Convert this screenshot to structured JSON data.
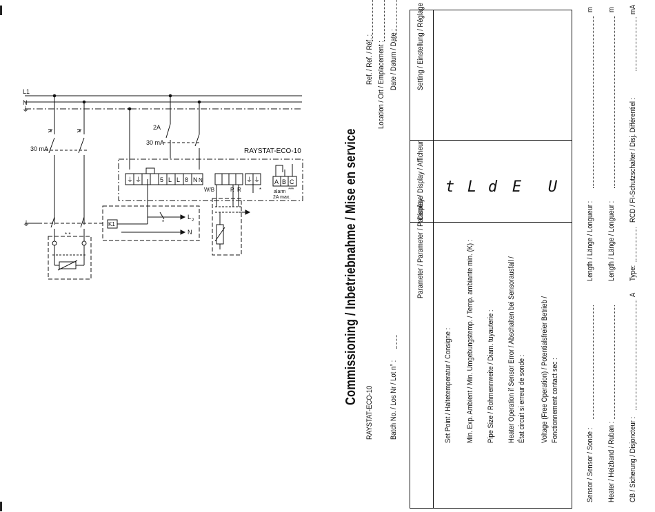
{
  "schematic": {
    "line_L1": "L1",
    "line_N": "N",
    "rcd_rating": "30 mA",
    "breaker_rating": "2A",
    "rcd_rating_2": "30 mA",
    "device_name": "RAYSTAT-ECO-10",
    "terminals_left": [
      "⏚",
      "⏚",
      "",
      "5",
      "L",
      "L",
      "8",
      "N",
      "N"
    ],
    "terminals_mid": [
      "W/B",
      "",
      "R",
      "R"
    ],
    "terminals_earth": [
      "⏚",
      "⏚"
    ],
    "terminals_alarm": [
      "A",
      "B",
      "C"
    ],
    "alarm_label": "alarm",
    "alarm_rating": "2A max.",
    "alarm_stars": "***",
    "star": "*",
    "double_star": "* *",
    "relay_label": "K1",
    "out_L": "L",
    "out_L_sub": "2",
    "out_N": "N"
  },
  "form": {
    "title": "Commissioning / Inbetriebnahme / Mise en service",
    "product": "RAYSTAT-ECO-10",
    "batch_label": "Batch No. / Los Nr / Lot n° :",
    "ref_label": "Ref. / Ref. / Réf. :",
    "location_label": "Location / Ort / Emplacement :",
    "date_label": "Date / Datum / Date :",
    "table": {
      "col_param": "Parameter / Parameter / Paramètre",
      "col_display": "Display / Display / Afficheur",
      "col_setting": "Setting / Einstellung / Réglage",
      "rows": [
        {
          "param": "Set Point / Haltetemperatur / Consigne :",
          "param2": "",
          "display": "t"
        },
        {
          "param": "Min. Exp. Ambient  / Min. Umgebungstemp. / Temp. ambiante min. (K) :",
          "param2": "",
          "display": "L"
        },
        {
          "param": "Pipe Size / Rohrnennweite / Diam. tuyauterie :",
          "param2": "",
          "display": "d"
        },
        {
          "param": "Heater Operation if Sensor Error / Abschalten bei Sensorausfall /",
          "param2": "État circuit si erreur de sonde :",
          "display": "E"
        },
        {
          "param": "Voltage (Free Operation) / Potentialsfreier Betrieb /",
          "param2": "Fonctionnement contact sec :",
          "display": "U"
        }
      ]
    },
    "sensor_label": "Sensor / Sensor / Sonde :",
    "sensor_length_label": "Length / Länge / Longueur :",
    "sensor_unit": "m",
    "heater_label": "Heater / Heizband / Ruban :",
    "heater_length_label": "Length / Länge / Longueur :",
    "heater_unit": "m",
    "cb_label": "CB / Sicherung / Disjoncteur :",
    "cb_unit": "A",
    "type_label": "Type:",
    "rcd_label": "RCD / FI-Schutzschalter / Disj. Différentiel :",
    "rcd_unit": "mA"
  }
}
